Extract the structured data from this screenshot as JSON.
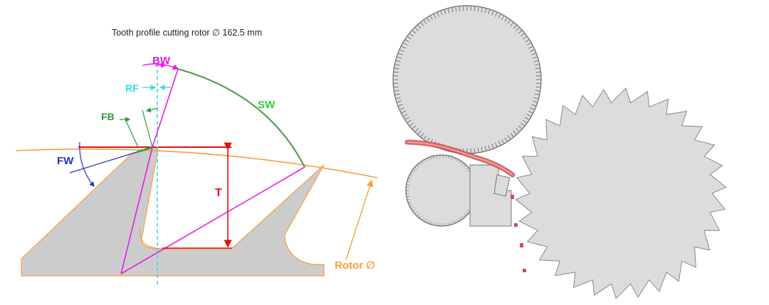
{
  "title": "Tooth profile cutting rotor ∅ 162.5 mm",
  "labels": {
    "bw": "BW",
    "rf": "RF",
    "sw": "SW",
    "fb": "FB",
    "fw": "FW",
    "t": "T",
    "rotor": "Rotor ∅"
  },
  "colors": {
    "bw": "#e61ee6",
    "rf": "#33dddd",
    "sw": "#33cc33",
    "fb": "#2e9a3a",
    "fw": "#2233bb",
    "t": "#e01010",
    "rotor": "#f5a040",
    "tooth_fill": "#cccccc"
  }
}
